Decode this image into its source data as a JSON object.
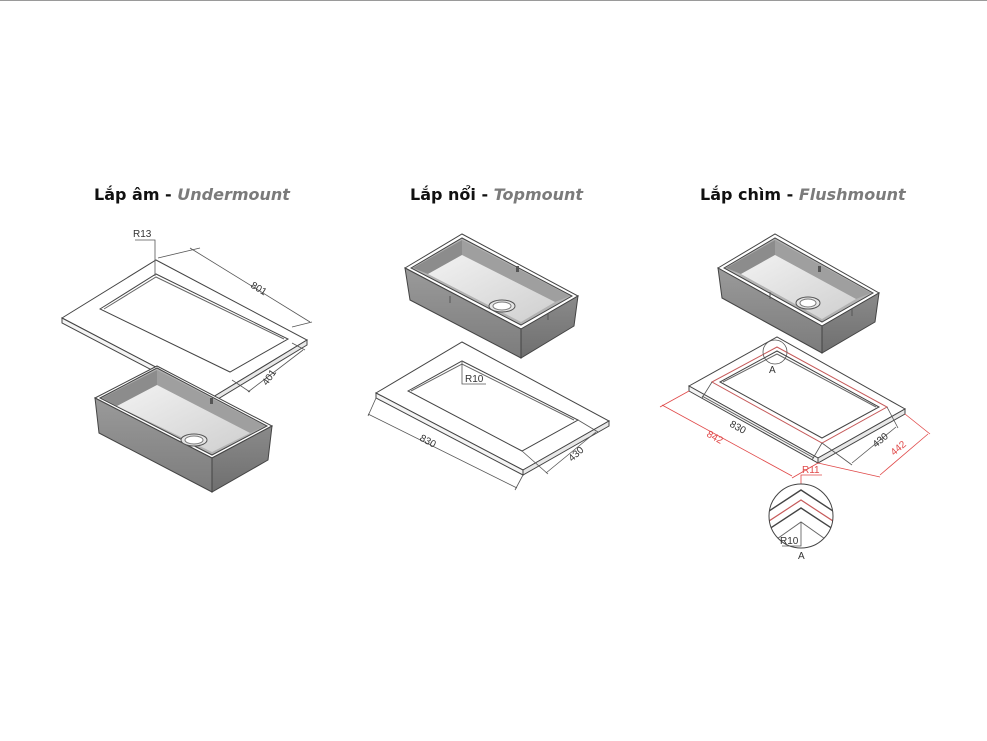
{
  "titles": {
    "undermount": {
      "vi": "Lắp âm",
      "sep": " - ",
      "en": "Undermount"
    },
    "topmount": {
      "vi": "Lắp nổi",
      "sep": " - ",
      "en": "Topmount"
    },
    "flushmount": {
      "vi": "Lắp chìm",
      "sep": " - ",
      "en": "Flushmount"
    }
  },
  "undermount": {
    "radius": "R13",
    "length": "801",
    "width": "401"
  },
  "topmount": {
    "radius": "R10",
    "length": "830",
    "width": "430"
  },
  "flushmount": {
    "detail_marker": "A",
    "inner_length": "830",
    "inner_width": "430",
    "outer_length": "842",
    "outer_width": "442",
    "radius_outer": "R11",
    "radius_inner": "R10",
    "detail_label": "A"
  },
  "colors": {
    "line": "#444444",
    "sink_fill": "#8f8f8f",
    "dimension_red": "#e04848"
  }
}
